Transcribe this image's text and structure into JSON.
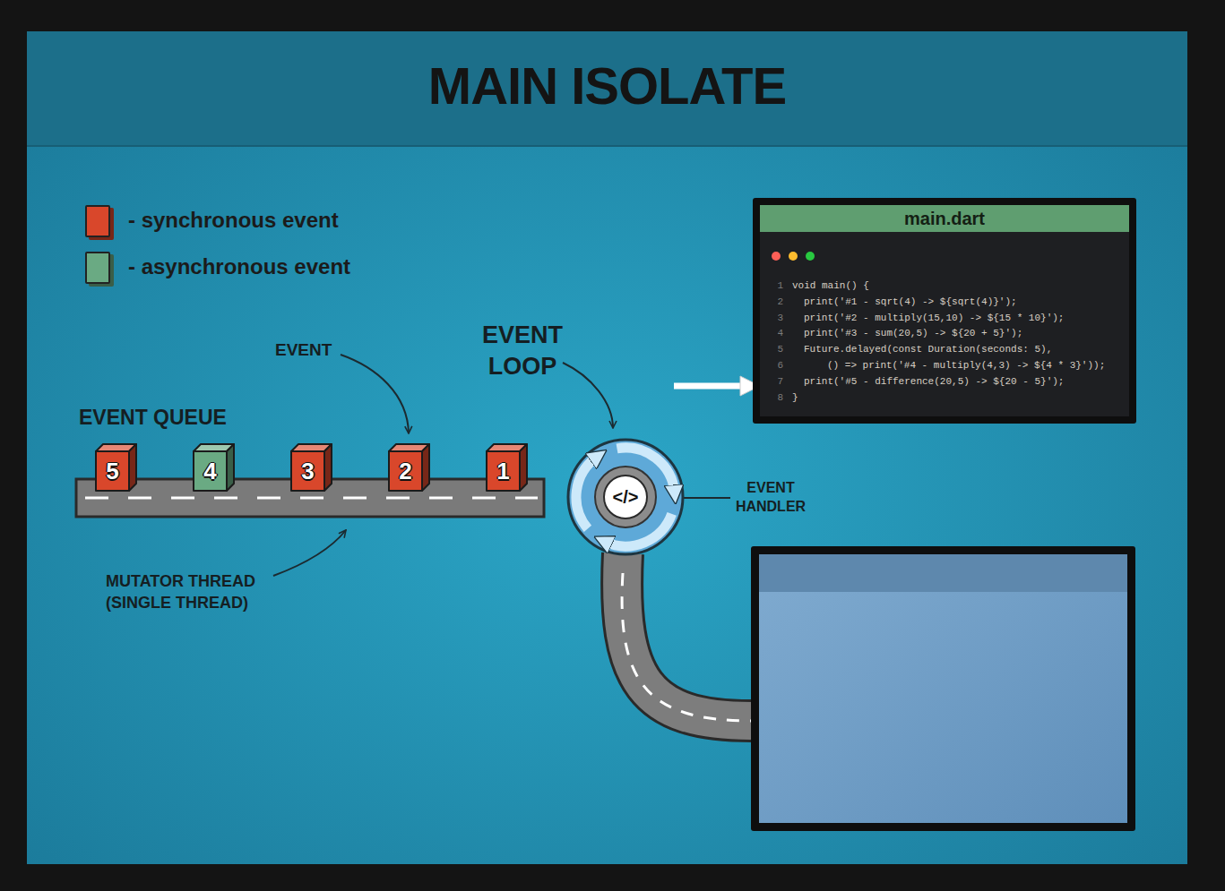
{
  "diagram": {
    "title": "MAIN ISOLATE",
    "nodes": [
      {
        "text": [
          "main.dart",
          "1",
          "void main() {",
          "2",
          "print('#1 - sqrt(4) -> ${sqrt(4)}');",
          "3",
          "print('#2 - multiply(15,10) -> ${15 * 10}');",
          "4",
          "print('#3 - sum(20,5) -> ${20 + 5}');",
          "5",
          "Future.delayed(const Duration(seconds: 5),",
          "6",
          "() => print('#4 - multiply(4,3) -> ${4 * 3}'));",
          "7",
          "print('#5 - difference(20,5) -> ${20 - 5}');",
          "8",
          "}"
        ]
      },
      {
        "text": [
          "5"
        ]
      },
      {
        "text": [
          "4"
        ]
      },
      {
        "text": [
          "3"
        ]
      },
      {
        "text": [
          "2"
        ]
      },
      {
        "text": [
          "1"
        ]
      },
      {
        "text": [
          "</>"
        ]
      }
    ],
    "labels": [
      "EVENT",
      "EVENT LOOP",
      "EVENT QUEUE",
      "MUTATOR THREAD (SINGLE THREAD)",
      "EVENT HANDLER"
    ],
    "legend": [
      {
        "text": "- synchronous event",
        "color": "#d9472b"
      },
      {
        "text": "- asynchronous event",
        "color": "#6aaa83"
      }
    ]
  }
}
